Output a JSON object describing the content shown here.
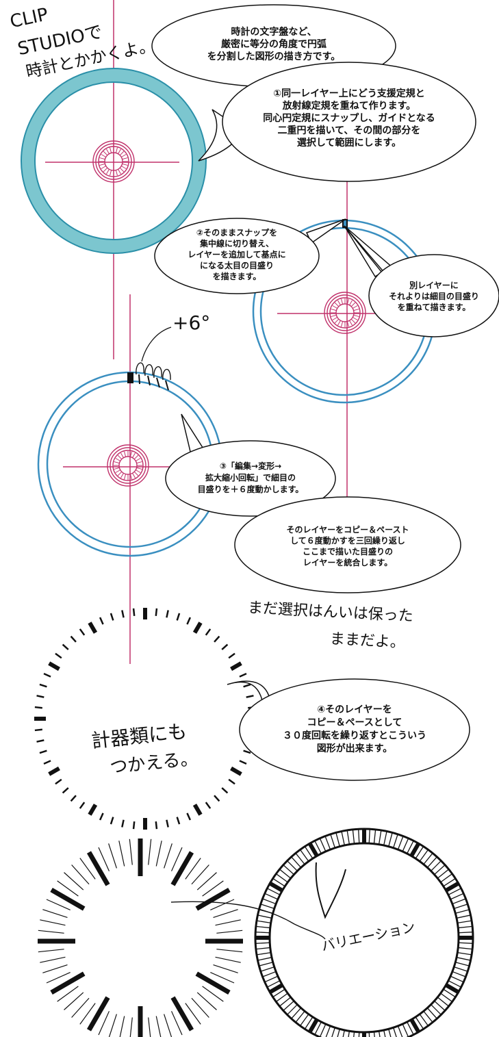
{
  "title_hand": [
    "CLIP",
    "STUDIOで",
    "時計とかかくよ。"
  ],
  "bubbles": {
    "intro": [
      "時計の文字盤など、",
      "厳密に等分の角度で円弧",
      "を分割した図形の描き方です。"
    ],
    "step1": [
      "①同一レイヤー上にどう支援定規と",
      "放射線定規を重ねて作ります。",
      "同心円定規にスナップし、ガイドとなる",
      "二重円を描いて、その間の部分を",
      "選択して範囲にします。"
    ],
    "step2": [
      "②そのままスナップを",
      "集中線に切り替え、",
      "レイヤーを追加して基点に",
      "になる太目の目盛り",
      "を描きます。"
    ],
    "separate_layer": [
      "別レイヤーに",
      "それよりは細目の目盛り",
      "を重ねて描きます。"
    ],
    "step3": [
      "③「編集→変形→",
      "拡大縮小回転」で細目の",
      "目盛りを＋６度動かします。"
    ],
    "copy_paste": [
      "そのレイヤーをコピー＆ペースト",
      "して６度動かすを三回繰り返し",
      "ここまで描いた目盛りの",
      "レイヤーを統合します。"
    ],
    "step4": [
      "④そのレイヤーを",
      "コピー＆ペースとして",
      "３０度回転を繰り返すとこういう",
      "図形が出来ます。"
    ]
  },
  "annotations": {
    "plus_six": "+6°",
    "selection_note": [
      "まだ選択はんいは保った",
      "ままだよ。"
    ],
    "gauges_note": [
      "計器類にも",
      "つかえる。"
    ],
    "variation": "バリエーション"
  },
  "colors": {
    "teal_ring": "#7cc6cf",
    "teal_stroke": "#2a8fa8",
    "blue_circle": "#3a8fc0",
    "guide_line": "#c0306a",
    "ink": "#111111"
  }
}
